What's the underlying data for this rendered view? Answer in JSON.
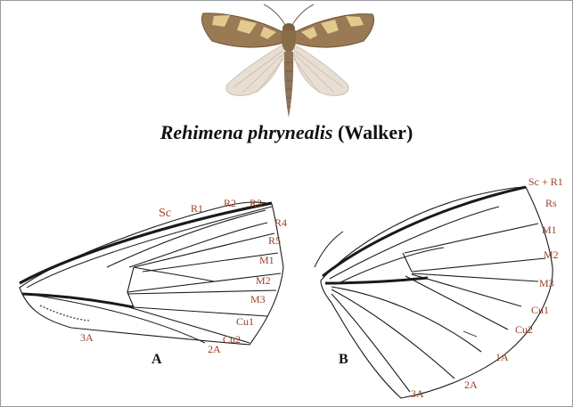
{
  "caption": {
    "species": "Rehimena phrynealis",
    "author": "(Walker)"
  },
  "forewing": {
    "panel_label": "A",
    "veins": {
      "sc": "Sc",
      "r1": "R1",
      "r2": "R2",
      "r3": "R3",
      "r4": "R4",
      "r5": "R5",
      "m1": "M1",
      "m2": "M2",
      "m3": "M3",
      "cu1": "Cu1",
      "cu2": "Cu2",
      "a2": "2A",
      "a3": "3A"
    }
  },
  "hindwing": {
    "panel_label": "B",
    "veins": {
      "scr1": "Sc + R1",
      "rs": "Rs",
      "m1": "M1",
      "m2": "M2",
      "m3": "M3",
      "cu1": "Cu1",
      "cu2": "Cu2",
      "a1": "1A",
      "a2": "2A",
      "a3": "3A"
    }
  },
  "colors": {
    "vein_label": "#9a3f22",
    "wing_line": "#1a1a1a",
    "moth_brown": "#8a6a45",
    "moth_hindwing": "#e6dcd2"
  }
}
